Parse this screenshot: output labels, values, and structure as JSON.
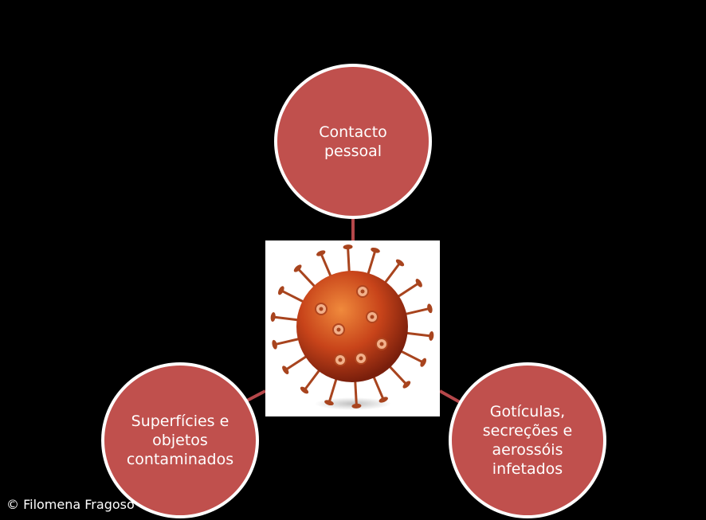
{
  "nodes": {
    "top": {
      "label": "Contacto\npessoal"
    },
    "left": {
      "label": "Superfícies e\nobjetos\ncontaminados"
    },
    "right": {
      "label": "Gotículas,\nsecreções e\naerossóis\ninfetados"
    }
  },
  "copyright": "© Filomena Fragoso",
  "colors": {
    "background": "#000000",
    "node_fill": "#c0504d",
    "node_border": "#ffffff",
    "connector": "#b5474a",
    "virus_body": "#c8441a",
    "virus_highlight": "#f08a3c",
    "virus_spike": "#a8441e",
    "virus_receptor": "#f2b08a"
  },
  "icons": {
    "center": "virus-icon"
  }
}
